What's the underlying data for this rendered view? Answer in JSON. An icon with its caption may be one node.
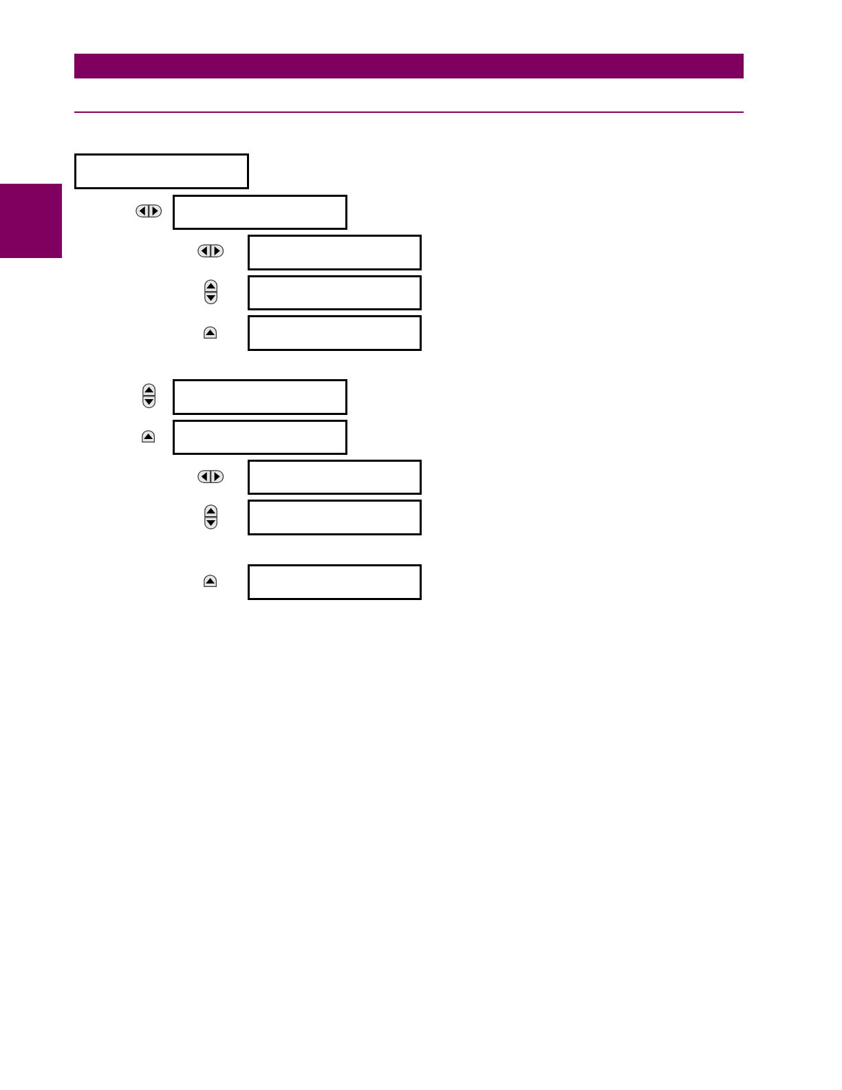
{
  "diagram": {
    "nodes": [
      {
        "text": [],
        "shape": "box"
      },
      {
        "text": [],
        "shape": "box"
      },
      {
        "text": [],
        "shape": "box"
      },
      {
        "text": [],
        "shape": "box"
      },
      {
        "text": [],
        "shape": "box"
      },
      {
        "text": [],
        "shape": "box"
      },
      {
        "text": [],
        "shape": "box"
      },
      {
        "text": [],
        "shape": "box"
      },
      {
        "text": [],
        "shape": "box"
      },
      {
        "text": [],
        "shape": "box"
      },
      {
        "text": [],
        "shape": "bar"
      }
    ]
  }
}
